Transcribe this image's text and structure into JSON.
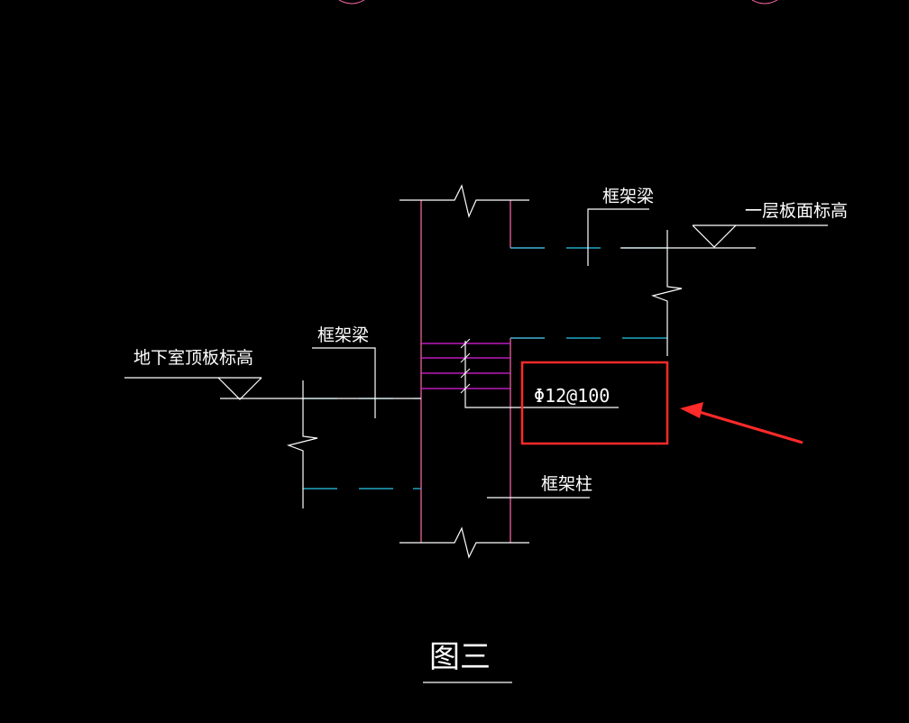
{
  "drawing": {
    "labels": {
      "frame_beam_upper": "框架梁",
      "first_floor_elevation": "一层板面标高",
      "basement_roof_elevation": "地下室顶板标高",
      "frame_beam_lower": "框架梁",
      "rebar_spec": "Φ12@100",
      "frame_column": "框架柱",
      "figure_title": "图三"
    },
    "colors": {
      "background": "#000000",
      "line_white": "#ffffff",
      "column_pink": "#ff6aa8",
      "rebar_magenta": "#e020e0",
      "slab_cyan": "#28c8e8",
      "highlight_red": "#ff2a2a",
      "arrow_red": "#ff2a2a"
    }
  }
}
